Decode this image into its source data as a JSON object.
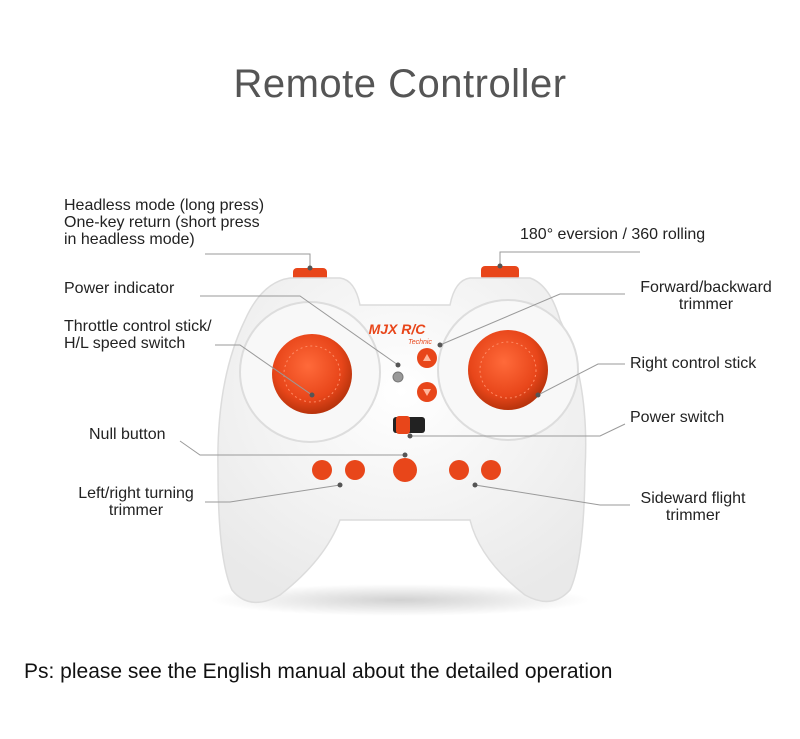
{
  "title": "Remote Controller",
  "brand": {
    "logo": "MJX R/C",
    "logo_sub": "Technic"
  },
  "labels": {
    "headless_mode": [
      "Headless mode (long press)",
      "One-key return (short press",
      "in headless mode)"
    ],
    "power_indicator": [
      "Power indicator"
    ],
    "throttle_stick": [
      "Throttle control stick/",
      "H/L speed switch"
    ],
    "null_button": [
      "Null button"
    ],
    "left_right_trimmer": [
      "Left/right turning",
      "trimmer"
    ],
    "eversion_rolling": [
      "180° eversion / 360 rolling"
    ],
    "forward_backward_trimmer": [
      "Forward/backward",
      "trimmer"
    ],
    "right_control_stick": [
      "Right control stick"
    ],
    "power_switch": [
      "Power switch"
    ],
    "sideward_trimmer": [
      "Sideward flight",
      "trimmer"
    ]
  },
  "footnote": "Ps: please see the English manual about the detailed operation",
  "colors": {
    "accent": "#e8461a",
    "accent_dark": "#c9380f",
    "body": "#f4f4f4",
    "line": "#9a9a9a"
  }
}
